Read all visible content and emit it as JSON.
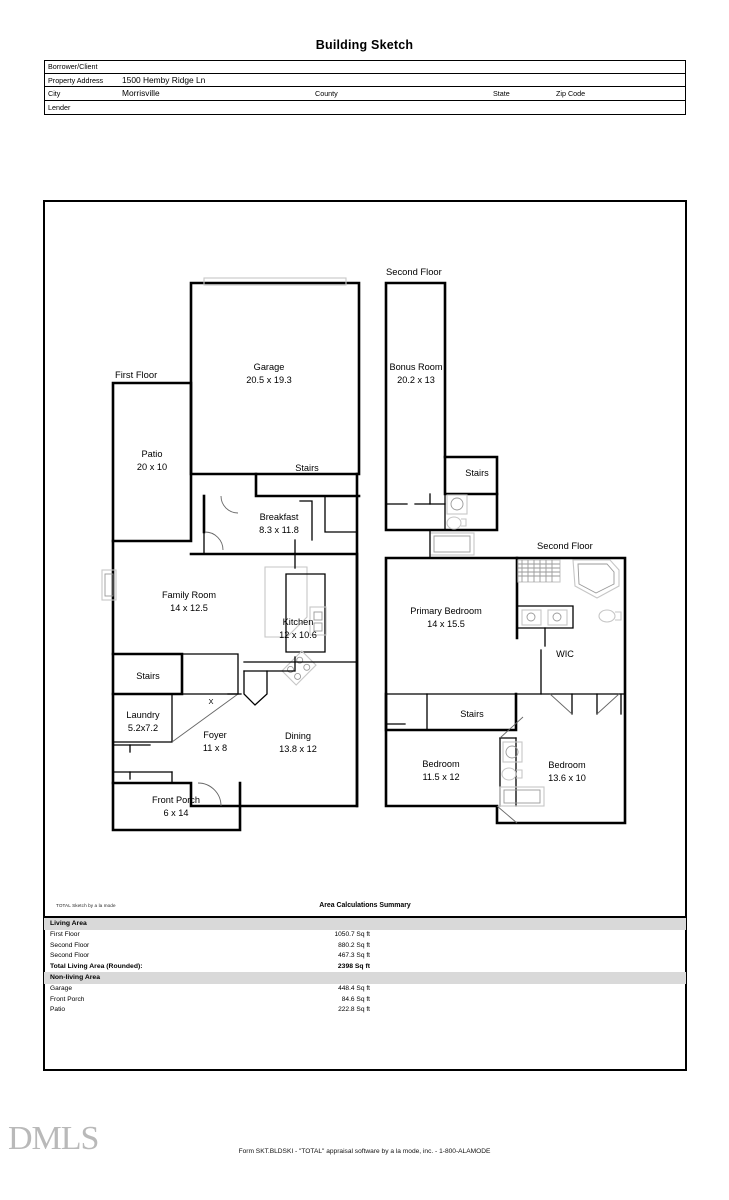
{
  "document": {
    "title": "Building Sketch",
    "footer_note": "Form SKT.BLDSKI - \"TOTAL\" appraisal software by a la mode, inc. - 1-800-ALAMODE",
    "watermark": "DMLS",
    "sketch_credit": "TOTAL Sketch by a la mode"
  },
  "header": {
    "borrower_label": "Borrower/Client",
    "borrower_value": "",
    "address_label": "Property Address",
    "address_value": "1500 Hemby Ridge Ln",
    "city_label": "City",
    "city_value": "Morrisville",
    "county_label": "County",
    "county_value": "",
    "state_label": "State",
    "state_value": "",
    "zip_label": "Zip Code",
    "zip_value": "",
    "lender_label": "Lender",
    "lender_value": ""
  },
  "floor_labels": {
    "first": "First Floor",
    "second_bonus": "Second Floor",
    "second_bed": "Second Floor"
  },
  "rooms": {
    "garage": {
      "name": "Garage",
      "dim": "20.5 x 19.3"
    },
    "patio": {
      "name": "Patio",
      "dim": "20 x 10"
    },
    "stairs_ff_upper": {
      "name": "Stairs",
      "dim": ""
    },
    "breakfast": {
      "name": "Breakfast",
      "dim": "8.3 x 11.8"
    },
    "family_room": {
      "name": "Family Room",
      "dim": "14 x 12.5"
    },
    "kitchen": {
      "name": "Kitchen",
      "dim": "12 x 10.6"
    },
    "stairs_ff_lower": {
      "name": "Stairs",
      "dim": ""
    },
    "laundry": {
      "name": "Laundry",
      "dim": "5.2x7.2"
    },
    "foyer": {
      "name": "Foyer",
      "dim": "11 x 8"
    },
    "dining": {
      "name": "Dining",
      "dim": "13.8 x 12"
    },
    "front_porch": {
      "name": "Front Porch",
      "dim": "6 x 14"
    },
    "bonus_room": {
      "name": "Bonus Room",
      "dim": "20.2 x 13"
    },
    "stairs_bonus": {
      "name": "Stairs",
      "dim": ""
    },
    "primary_bedroom": {
      "name": "Primary Bedroom",
      "dim": "14 x 15.5"
    },
    "wic": {
      "name": "WIC",
      "dim": ""
    },
    "stairs_second": {
      "name": "Stairs",
      "dim": ""
    },
    "bedroom_2": {
      "name": "Bedroom",
      "dim": "11.5 x 12"
    },
    "bedroom_3": {
      "name": "Bedroom",
      "dim": "13.6 x 10"
    },
    "laundry_mark": {
      "name": "X",
      "dim": ""
    }
  },
  "area_summary": {
    "title": "Area Calculations Summary",
    "living_header": "Living Area",
    "living_rows": [
      {
        "name": "First Floor",
        "value": "1050.7 Sq ft"
      },
      {
        "name": "Second Floor",
        "value": "880.2 Sq ft"
      },
      {
        "name": "Second Floor",
        "value": "467.3 Sq ft"
      }
    ],
    "total_label": "Total Living Area (Rounded):",
    "total_value": "2398 Sq ft",
    "nonliving_header": "Non-living Area",
    "nonliving_rows": [
      {
        "name": "Garage",
        "value": "448.4 Sq ft"
      },
      {
        "name": "Front Porch",
        "value": "84.6 Sq ft"
      },
      {
        "name": "Patio",
        "value": "222.8 Sq ft"
      }
    ]
  },
  "colors": {
    "line": "#000000",
    "fixture": "#c6c6c6",
    "section_bg": "#d9d9d9",
    "watermark": "#b9b9b9"
  }
}
